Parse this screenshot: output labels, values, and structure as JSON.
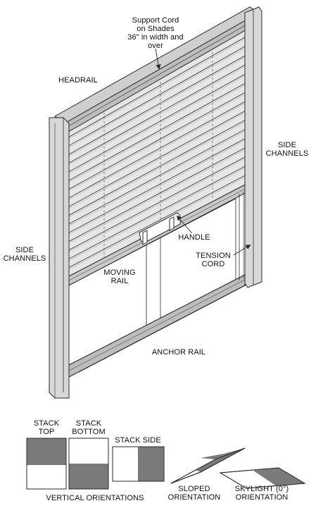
{
  "diagram": {
    "labels": {
      "support_cord": "Support Cord\non Shades\n36\" in width and\nover",
      "headrail": "HEADRAIL",
      "side_channels_right": "SIDE\nCHANNELS",
      "side_channels_left": "SIDE\nCHANNELS",
      "handle": "HANDLE",
      "tension_cord": "TENSION\nCORD",
      "moving_rail": "MOVING\nRAIL",
      "anchor_rail": "ANCHOR RAIL"
    },
    "orientations": {
      "stack_top": "STACK\nTOP",
      "stack_bottom": "STACK\nBOTTOM",
      "stack_side": "STACK SIDE",
      "vertical": "VERTICAL ORIENTATIONS",
      "sloped": "SLOPED\nORIENTATION",
      "skylight": "SKYLIGHT (0°)\nORIENTATION"
    },
    "colors": {
      "line": "#2a2a2a",
      "fabric_dark": "#7a7a7a",
      "frame_fill": "#d4d4d4",
      "pleat_fill": "#e6e6e6"
    }
  }
}
